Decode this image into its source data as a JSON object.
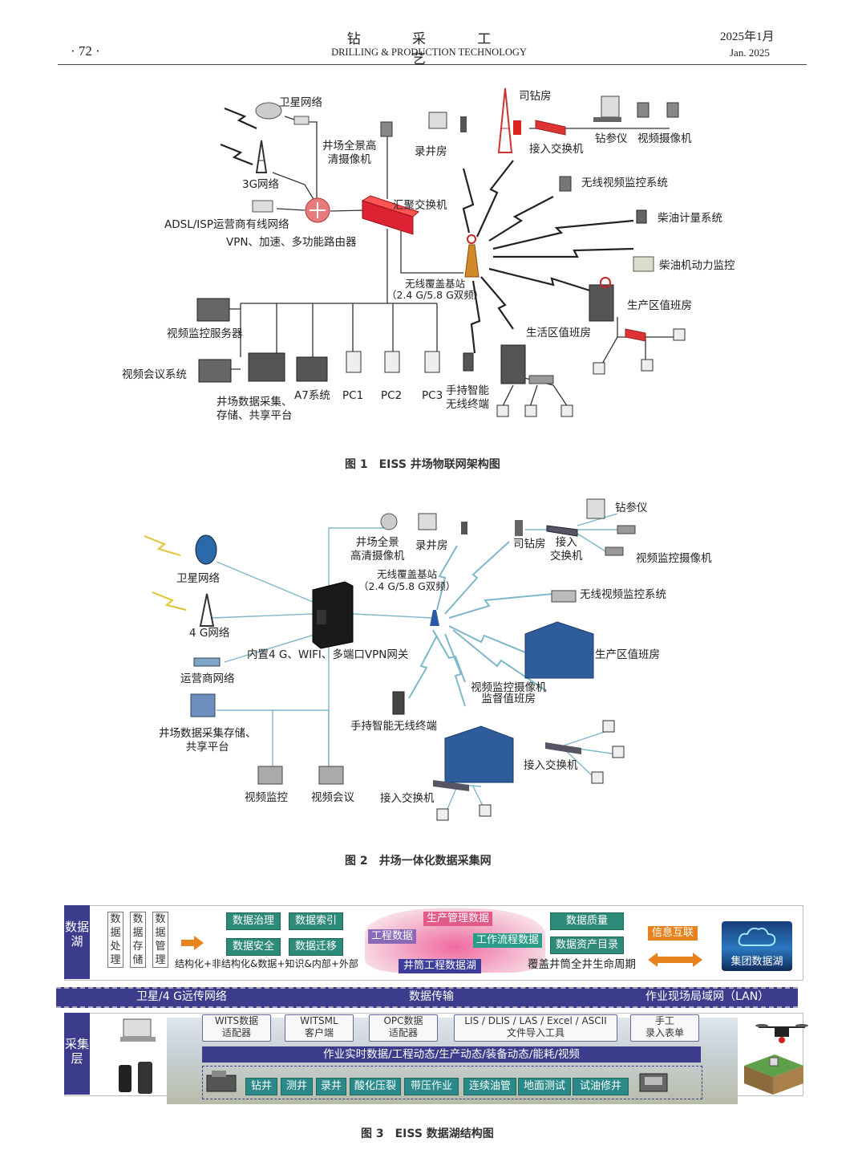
{
  "header": {
    "page_number": "· 72 ·",
    "journal_cn": "钻 采 工 艺",
    "journal_en": "DRILLING & PRODUCTION TECHNOLOGY",
    "date_cn": "2025年1月",
    "date_en": "Jan. 2025"
  },
  "fig1": {
    "caption": "图 1　EISS 井场物联网架构图",
    "labels": {
      "satellite": "卫星网络",
      "g3": "3G网络",
      "adsl": "ADSL/ISP运营商有线网络",
      "router": "VPN、加速、多功能路由器",
      "camera_pano": "井场全景高\n清摄像机",
      "agg_switch": "汇聚交换机",
      "logging": "录井房",
      "driller": "司钻房",
      "access_switch": "接入交换机",
      "drill_param": "钻参仪",
      "video_cam": "视频摄像机",
      "wireless_video": "无线视频监控系统",
      "diesel_meter": "柴油计量系统",
      "diesel_power": "柴油机动力监控",
      "base_station": "无线覆盖基站\n（2.4 G/5.8 G双频）",
      "prod_room": "生产区值班房",
      "life_room": "生活区值班房",
      "video_server": "视频监控服务器",
      "video_conf": "视频会议系统",
      "data_platform": "井场数据采集、\n存储、共享平台",
      "a7": "A7系统",
      "pc1": "PC1",
      "pc2": "PC2",
      "pc3": "PC3",
      "handheld": "手持智能\n无线终端"
    }
  },
  "fig2": {
    "caption": "图 2　井场一体化数据采集网",
    "labels": {
      "satellite": "卫星网络",
      "g4": "4 G网络",
      "carrier": "运营商网络",
      "camera_pano": "井场全景\n高清摄像机",
      "logging": "录井房",
      "driller": "司钻房",
      "access_switch_top": "接入\n交换机",
      "drill_param": "钻参仪",
      "video_cam": "视频监控摄像机",
      "base_station": "无线覆盖基站\n（2.4 G/5.8 G双频）",
      "wireless_video": "无线视频监控系统",
      "gateway": "内置4 G、WIFI、多端口VPN网关",
      "prod_room": "生产区值班房",
      "supervise_room": "视频监控摄像机\n监督值班房",
      "handheld": "手持智能无线终端",
      "data_platform": "井场数据采集存储、\n共享平台",
      "video_monitor": "视频监控",
      "video_conf": "视频会议",
      "access_switch_mid": "接入交换机",
      "access_switch_bottom": "接入交换机"
    }
  },
  "fig3": {
    "caption": "图 3　EISS 数据湖结构图",
    "layer_lake": "数据湖",
    "layer_collect": "采集层",
    "vertical_boxes": [
      "数据处理",
      "数据存储",
      "数据管理"
    ],
    "green_boxes": [
      "数据治理",
      "数据索引",
      "数据安全",
      "数据迁移"
    ],
    "structure_note": "结构化+非结构化&数据+知识&内部+外部",
    "lake_tags": [
      "生产管理数据",
      "工程数据",
      "工作流程数据",
      "井筒工程数据湖"
    ],
    "right_boxes": [
      "数据质量",
      "数据资产目录"
    ],
    "lifecycle": "覆盖井筒全井生命周期",
    "info_link": "信息互联",
    "group_lake": "集团数据湖",
    "band_left": "卫星/4 G远传网络",
    "band_mid": "数据传输",
    "band_right": "作业现场局域网（LAN）",
    "adapters": [
      "WITS数据\n适配器",
      "WITSML\n客户端",
      "OPC数据\n适配器",
      "LIS / DLIS / LAS / Excel / ASCII\n文件导入工具",
      "手工\n录入表单"
    ],
    "realtime_bar": "作业实时数据/工程动态/生产动态/装备动态/能耗/视频",
    "operations": [
      "钻井",
      "测井",
      "录井",
      "酸化压裂",
      "带压作业",
      "连续油管",
      "地面测试",
      "试油修井"
    ]
  },
  "colors": {
    "network_line": "#333333",
    "fig2_line": "#7fb7c9",
    "lake_layer": "#3c3c8c",
    "green_box": "#2e8b7a",
    "operation_box": "#2a8a8a",
    "orange": "#e8821e"
  }
}
